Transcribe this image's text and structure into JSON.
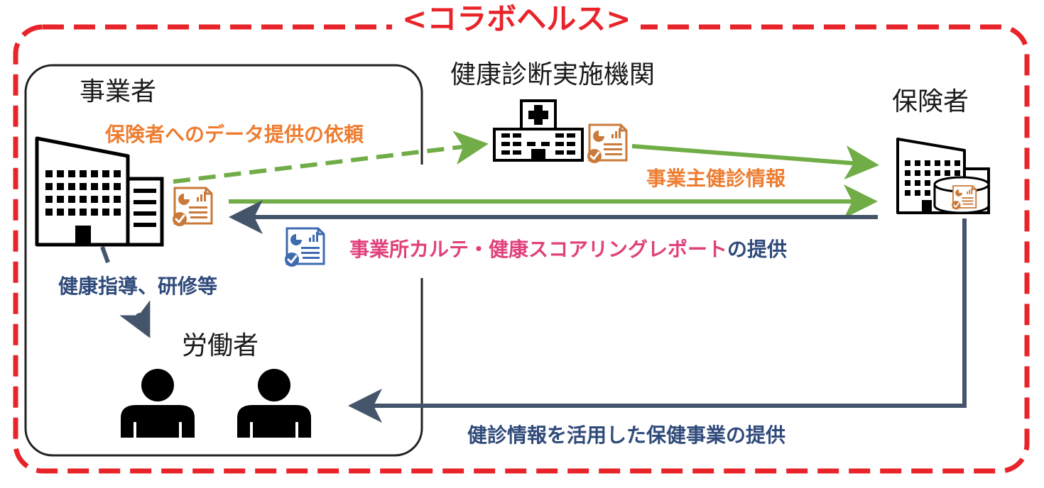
{
  "title": "<コラボヘルス>",
  "nodes": {
    "employer": "事業者",
    "checkup_org": "健康診断実施機関",
    "insurer": "保険者",
    "workers": "労働者"
  },
  "flows": {
    "data_request": "保険者へのデータ提供の依頼",
    "employer_checkup_info": "事業主健診情報",
    "report_pink": "事業所カルテ・健康スコアリングレポート",
    "report_suffix": "の提供",
    "guidance": "健康指導、研修等",
    "health_program": "健診情報を活用した保健事業の提供"
  },
  "colors": {
    "border_red": "#e8242a",
    "green": "#70ad47",
    "navy": "#44546a",
    "orange": "#ed7d31",
    "pink": "#e0417a",
    "dark_blue": "#2f4a7a",
    "doc_orange": "#c97a3a",
    "doc_blue": "#3e6bb0"
  },
  "icons": [
    "office-building-icon",
    "hospital-icon",
    "insurer-building-icon",
    "database-icon",
    "report-document-icon",
    "person-icon",
    "check-badge-icon"
  ]
}
